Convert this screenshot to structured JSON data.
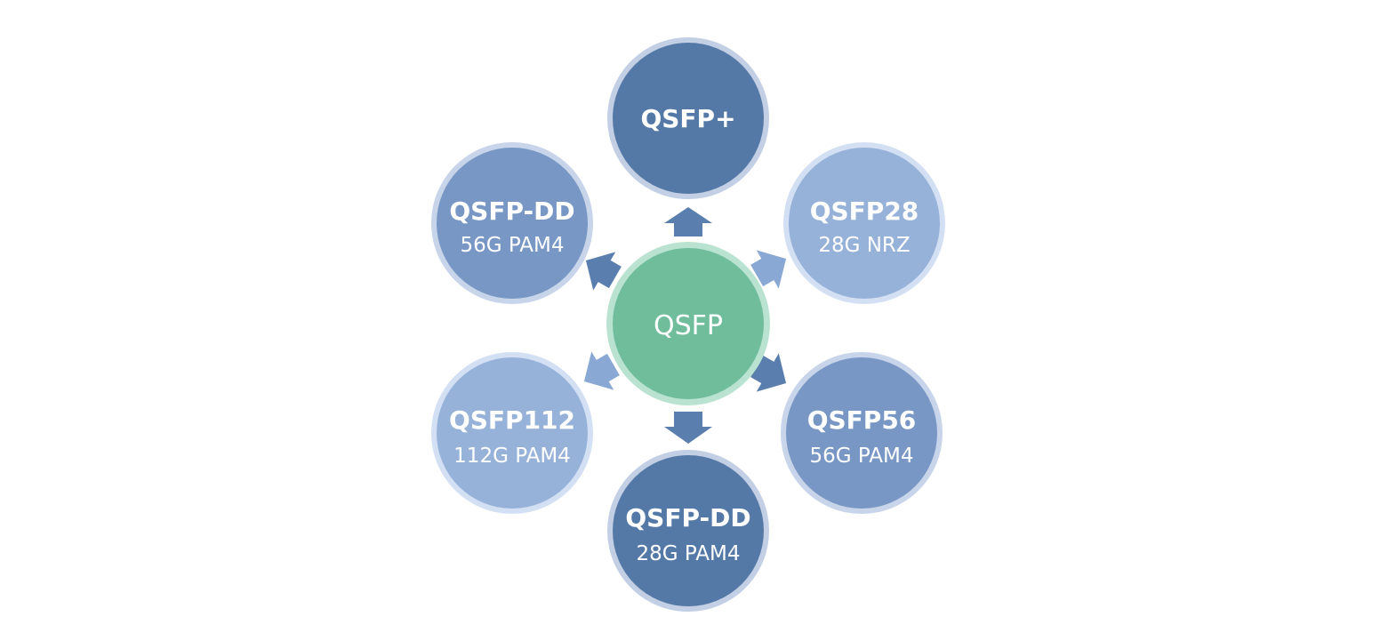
{
  "center": {
    "label": "QSFP",
    "color": "#6fbd9b",
    "ring_color": "#b9e3d0"
  },
  "nodes": [
    {
      "id": "qsfp-plus",
      "title": "QSFP+",
      "subtitle": "",
      "color": "#5579a7",
      "ring_color": "#c3cfe4"
    },
    {
      "id": "qsfp28",
      "title": "QSFP28",
      "subtitle": "28G NRZ",
      "color": "#97b2d9",
      "ring_color": "#d3e0f4"
    },
    {
      "id": "qsfp56",
      "title": "QSFP56",
      "subtitle": "56G PAM4",
      "color": "#7897c5",
      "ring_color": "#c7d4ea"
    },
    {
      "id": "qsfp-dd-28g",
      "title": "QSFP-DD",
      "subtitle": "28G PAM4",
      "color": "#5579a7",
      "ring_color": "#c3cfe4"
    },
    {
      "id": "qsfp112",
      "title": "QSFP112",
      "subtitle": "112G PAM4",
      "color": "#97b2d9",
      "ring_color": "#d3e0f4"
    },
    {
      "id": "qsfp-dd-56g",
      "title": "QSFP-DD",
      "subtitle": "56G PAM4",
      "color": "#7897c5",
      "ring_color": "#c7d4ea"
    }
  ],
  "arrow_color": "#5a7eae",
  "arrow_light_color": "#8aa8d4"
}
